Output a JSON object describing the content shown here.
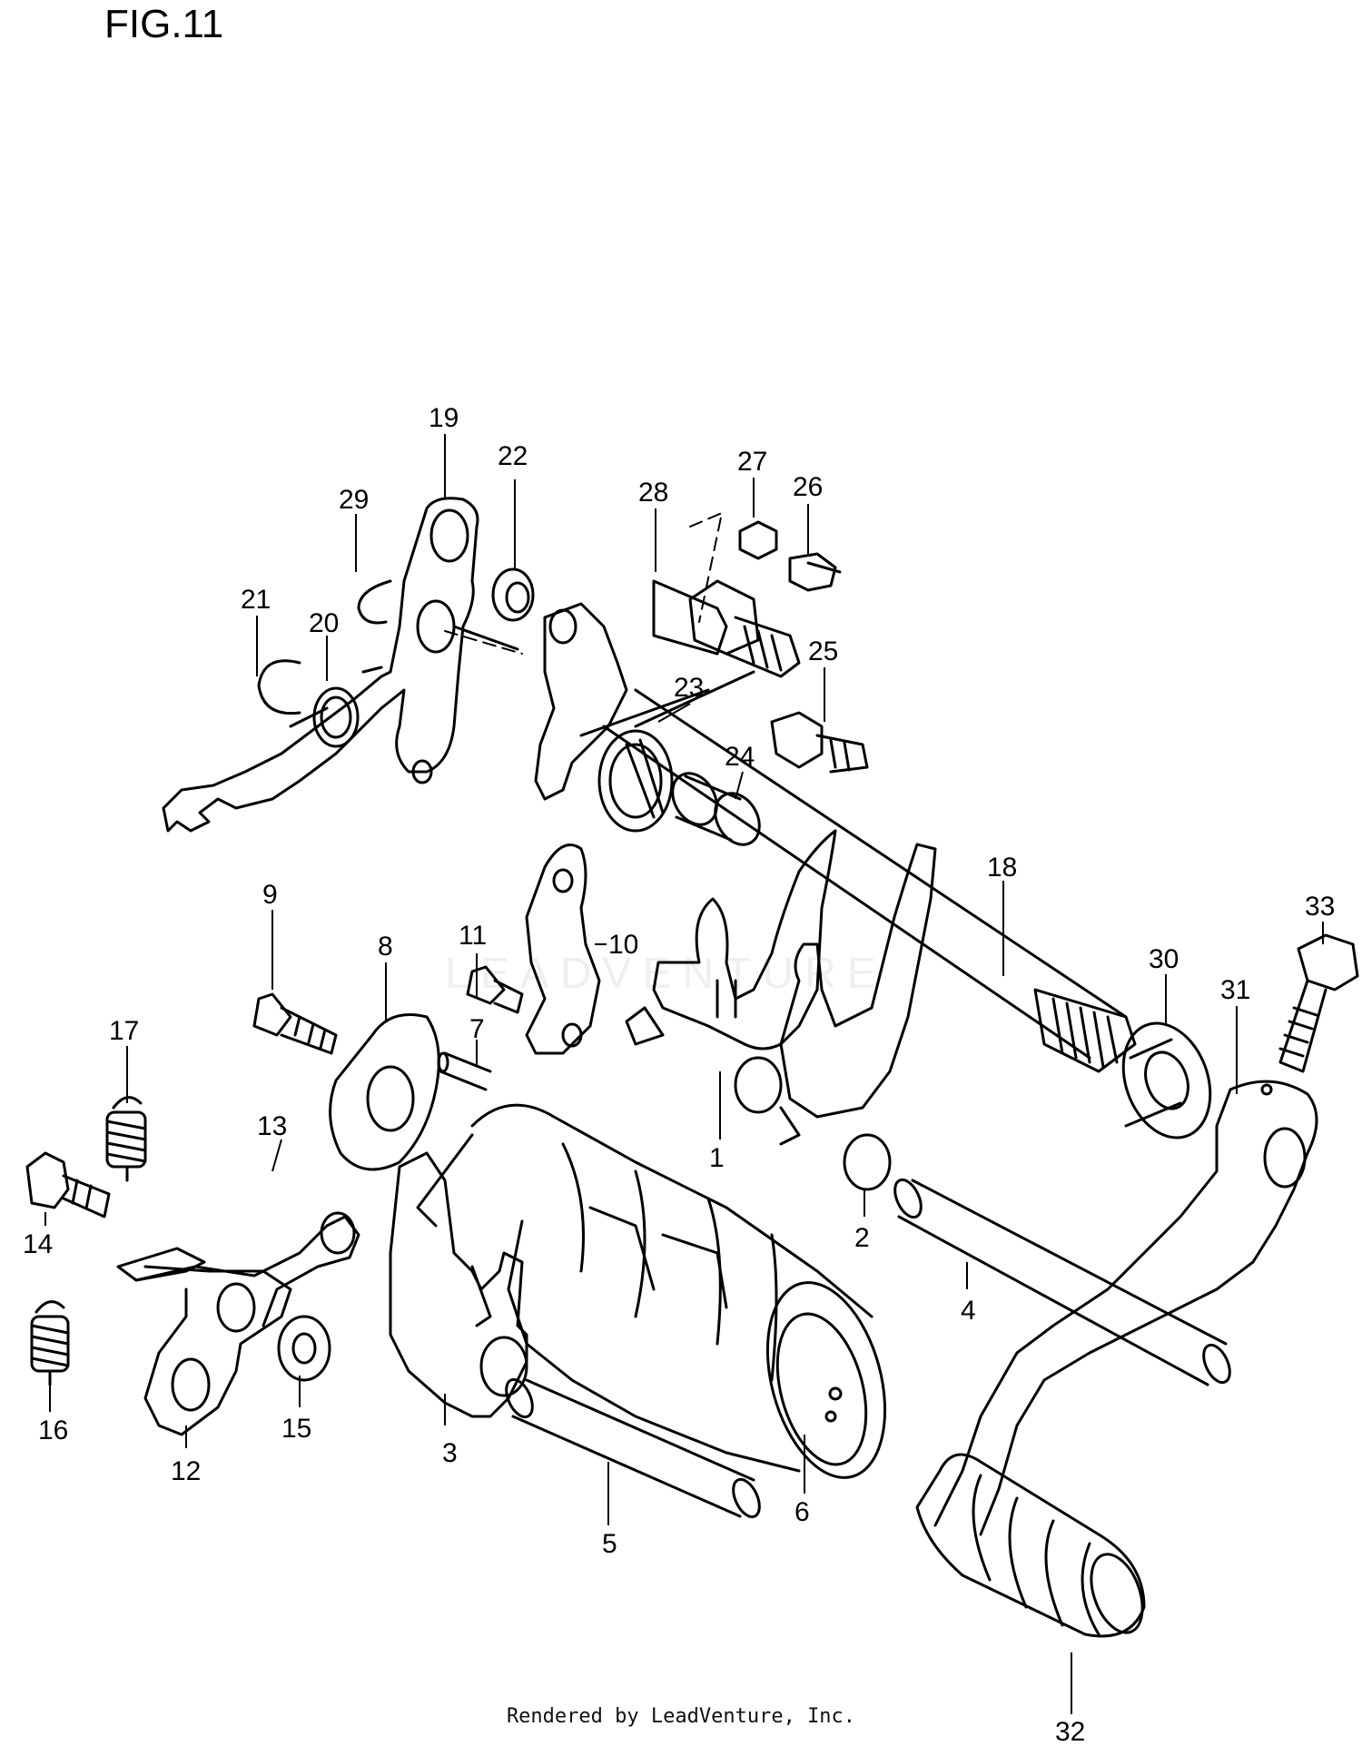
{
  "figure": {
    "title": "FIG.11"
  },
  "footer": {
    "credit": "Rendered by LeadVenture, Inc."
  },
  "watermark": {
    "text": "LEADVENTURE"
  },
  "callouts": [
    "1",
    "2",
    "3",
    "4",
    "5",
    "6",
    "7",
    "8",
    "9",
    "10",
    "11",
    "12",
    "13",
    "14",
    "15",
    "16",
    "17",
    "18",
    "19",
    "20",
    "21",
    "22",
    "23",
    "24",
    "25",
    "26",
    "27",
    "28",
    "29",
    "30",
    "31",
    "32",
    "33"
  ],
  "colors": {
    "line": "#000000",
    "background": "#ffffff"
  }
}
